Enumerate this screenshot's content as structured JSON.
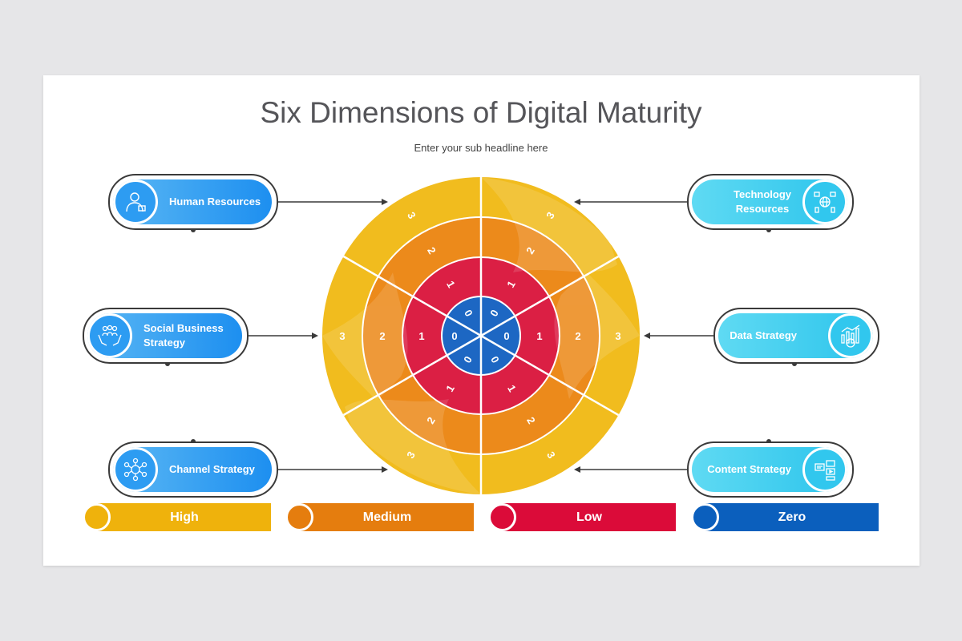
{
  "title": "Six Dimensions of Digital Maturity",
  "subtitle": "Enter your sub headline here",
  "dimensions": {
    "human_resources": "Human Resources",
    "social_business": "Social Business\nStrategy",
    "channel_strategy": "Channel Strategy",
    "technology_resources": "Technology\nResources",
    "data_strategy": "Data Strategy",
    "content_strategy": "Content Strategy"
  },
  "ring_labels": [
    "0",
    "1",
    "2",
    "3"
  ],
  "legend": [
    {
      "label": "High",
      "color": "#efb20c"
    },
    {
      "label": "Medium",
      "color": "#e57d0e"
    },
    {
      "label": "Low",
      "color": "#db0b39"
    },
    {
      "label": "Zero",
      "color": "#0b5fbd"
    }
  ],
  "colors": {
    "outer_ring": "#f1bc1e",
    "ring_2": "#ec8a1b",
    "ring_1": "#db1f44",
    "center": "#1d67c3",
    "blue_pill": "#1d8ff0",
    "cyan_pill": "#2cc4ec"
  }
}
